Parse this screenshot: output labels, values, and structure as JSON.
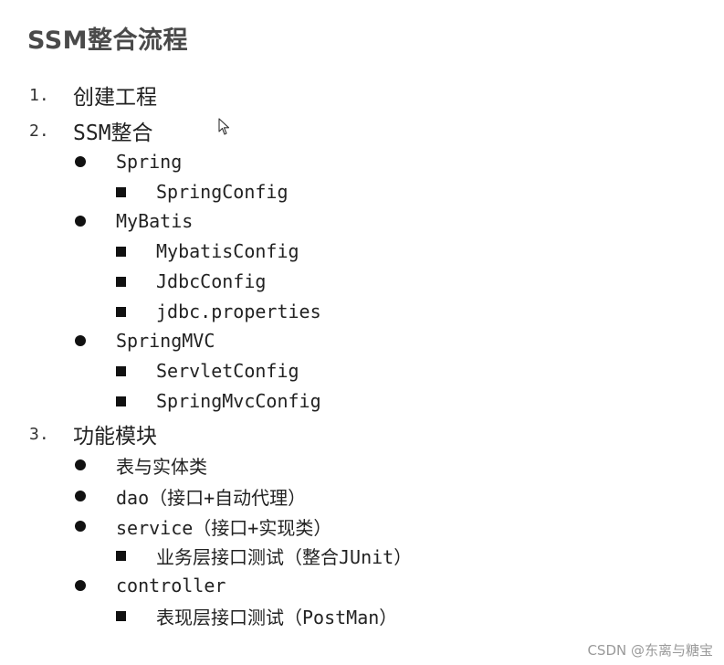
{
  "title": "SSM整合流程",
  "items": [
    {
      "num": "1.",
      "label": "创建工程"
    },
    {
      "num": "2.",
      "label": "SSM整合"
    },
    {
      "label": "Spring"
    },
    {
      "label": "SpringConfig"
    },
    {
      "label": "MyBatis"
    },
    {
      "label": "MybatisConfig"
    },
    {
      "label": "JdbcConfig"
    },
    {
      "label": "jdbc.properties"
    },
    {
      "label": "SpringMVC"
    },
    {
      "label": "ServletConfig"
    },
    {
      "label": "SpringMvcConfig"
    },
    {
      "num": "3.",
      "label": "功能模块"
    },
    {
      "label": "表与实体类"
    },
    {
      "label": "dao（接口+自动代理）"
    },
    {
      "label": "service（接口+实现类）"
    },
    {
      "label": "业务层接口测试（整合JUnit）"
    },
    {
      "label": "controller"
    },
    {
      "label": "表现层接口测试（PostMan）"
    }
  ],
  "watermark": "CSDN @东离与糖宝",
  "icons": {
    "cursor": "mouse-pointer-icon",
    "level2_marker": "bullet-dot-icon",
    "level3_marker": "bullet-square-icon"
  }
}
